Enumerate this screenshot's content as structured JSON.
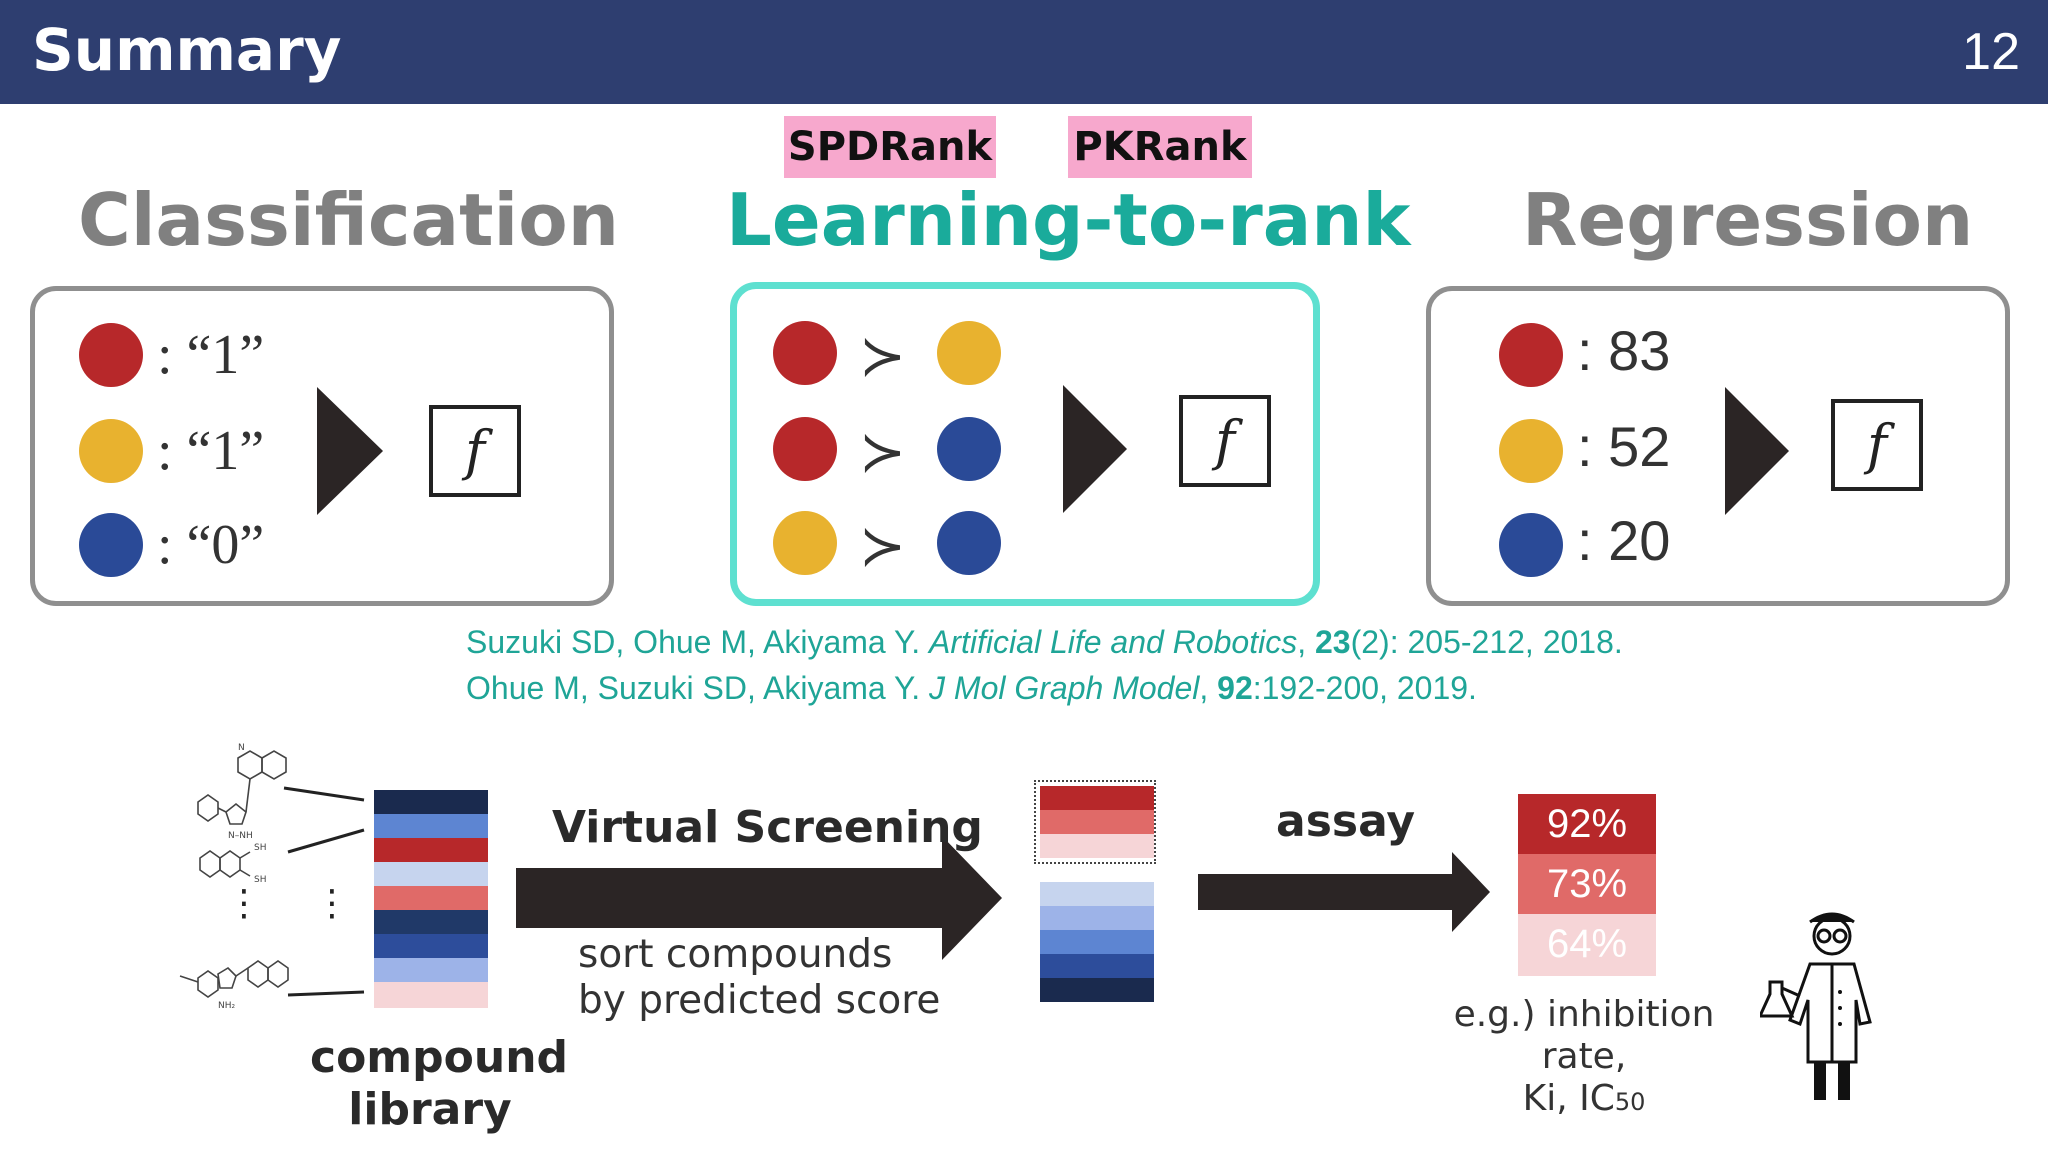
{
  "header": {
    "title": "Summary",
    "page_number": "12"
  },
  "tags": [
    "SPDRank",
    "PKRank"
  ],
  "panels": {
    "classification": {
      "title": "Classification",
      "labels": [
        ": “1”",
        ": “1”",
        ": “0”"
      ],
      "function": "f"
    },
    "learning_to_rank": {
      "title": "Learning-to-rank",
      "relation": "≻",
      "function": "f"
    },
    "regression": {
      "title": "Regression",
      "labels": [
        ": 83",
        ": 52",
        ": 20"
      ],
      "function": "f"
    }
  },
  "references": [
    {
      "authors": "Suzuki SD, Ohue M, Akiyama Y. ",
      "journal": "Artificial Life and Robotics",
      "sep": ", ",
      "volume": "23",
      "rest": "(2): 205-212, 2018."
    },
    {
      "authors": "Ohue M, Suzuki SD, Akiyama Y. ",
      "journal": "J Mol Graph Model",
      "sep": ", ",
      "volume": "92",
      "rest": ":192-200, 2019."
    }
  ],
  "pipeline": {
    "library_label_1": "compound",
    "library_label_2": "library",
    "ellipsis": "⋮",
    "step1": "Virtual Screening",
    "step1_sub_1": "sort compounds",
    "step1_sub_2": "by predicted score",
    "step2": "assay",
    "results": [
      "92%",
      "73%",
      "64%"
    ],
    "example_1": "e.g.) inhibition rate,",
    "example_2": "Ki,  IC",
    "example_2_sub": "50"
  },
  "colors": {
    "header": "#2e3e70",
    "red": "#b7282a",
    "yellow": "#e8b22f",
    "blue": "#2a4a97",
    "teal": "#1aab9b",
    "ltr_border": "#5ee0d0",
    "tag": "#f7a8cd"
  }
}
